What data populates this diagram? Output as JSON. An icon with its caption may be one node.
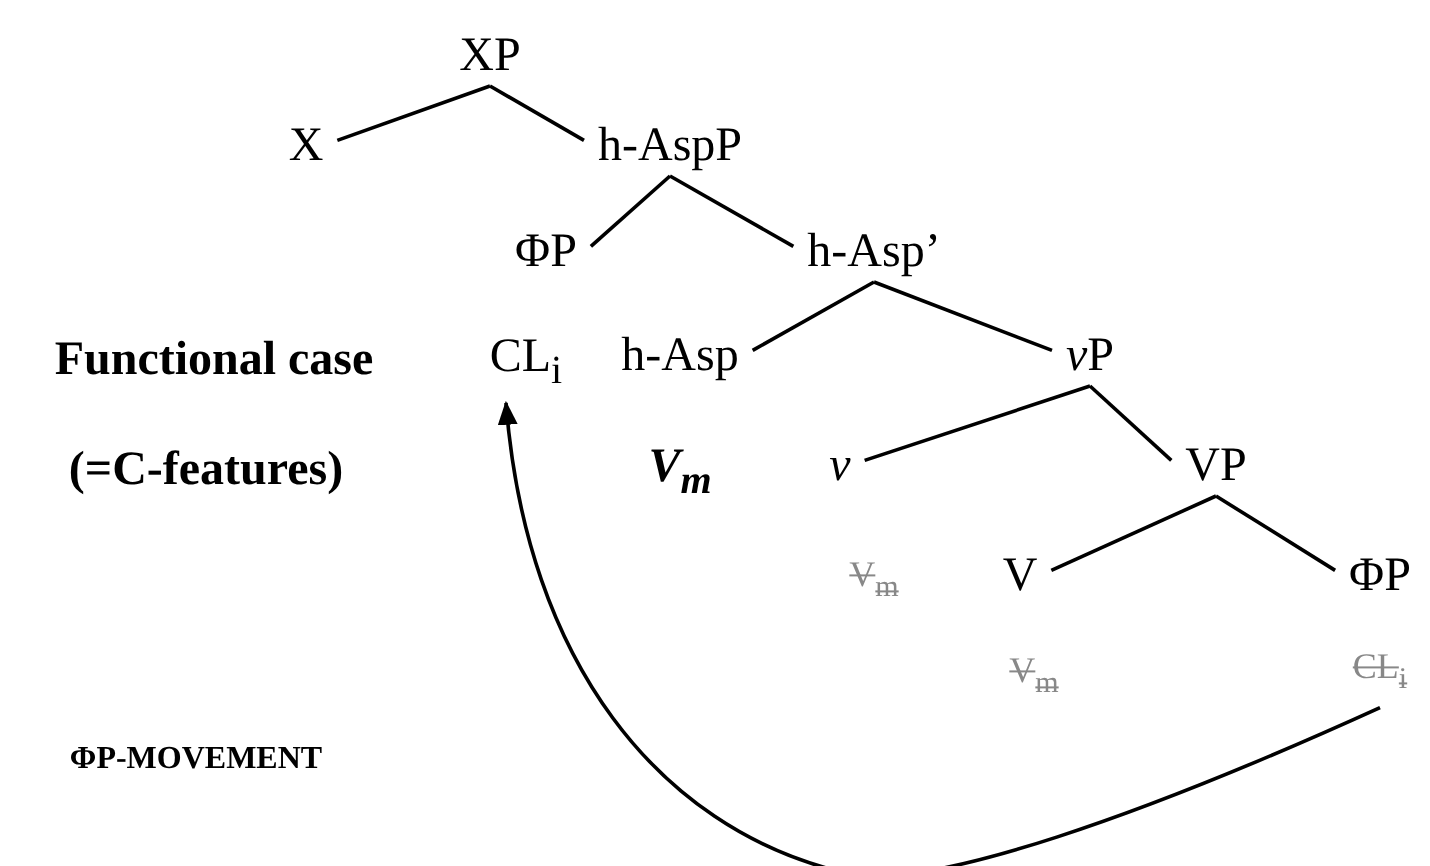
{
  "diagram": {
    "nodes": [
      {
        "text": [
          "XP"
        ]
      },
      {
        "text": [
          "X"
        ]
      },
      {
        "text": [
          "h-AspP"
        ]
      },
      {
        "text": [
          "ΦP"
        ]
      },
      {
        "text": [
          "h-Asp’"
        ]
      },
      {
        "text": [
          "CL$_{i}$"
        ]
      },
      {
        "text": [
          "h-Asp"
        ]
      },
      {
        "text": [
          "vP"
        ]
      },
      {
        "text": [
          "v"
        ]
      },
      {
        "text": [
          "VP"
        ]
      },
      {
        "text": [
          "V"
        ]
      },
      {
        "text": [
          "ΦP"
        ]
      },
      {
        "text": [
          "CL$_{i}$"
        ]
      }
    ],
    "edges": [
      {
        "from": 0,
        "to": 1,
        "arrow": "none"
      },
      {
        "from": 0,
        "to": 2,
        "arrow": "none"
      },
      {
        "from": 2,
        "to": 3,
        "arrow": "none"
      },
      {
        "from": 2,
        "to": 4,
        "arrow": "none"
      },
      {
        "from": 4,
        "to": 6,
        "arrow": "none"
      },
      {
        "from": 4,
        "to": 7,
        "arrow": "none"
      },
      {
        "from": 7,
        "to": 8,
        "arrow": "none"
      },
      {
        "from": 7,
        "to": 9,
        "arrow": "none"
      },
      {
        "from": 9,
        "to": 10,
        "arrow": "none"
      },
      {
        "from": 9,
        "to": 11,
        "arrow": "none"
      },
      {
        "from": 12,
        "to": 5,
        "arrow": "to"
      }
    ],
    "labels": [
      "Functional case",
      "(=C-features)",
      "V$_{m}$",
      "V$_{m}$",
      "V$_{m}$",
      "ΦP-MOVEMENT"
    ]
  }
}
